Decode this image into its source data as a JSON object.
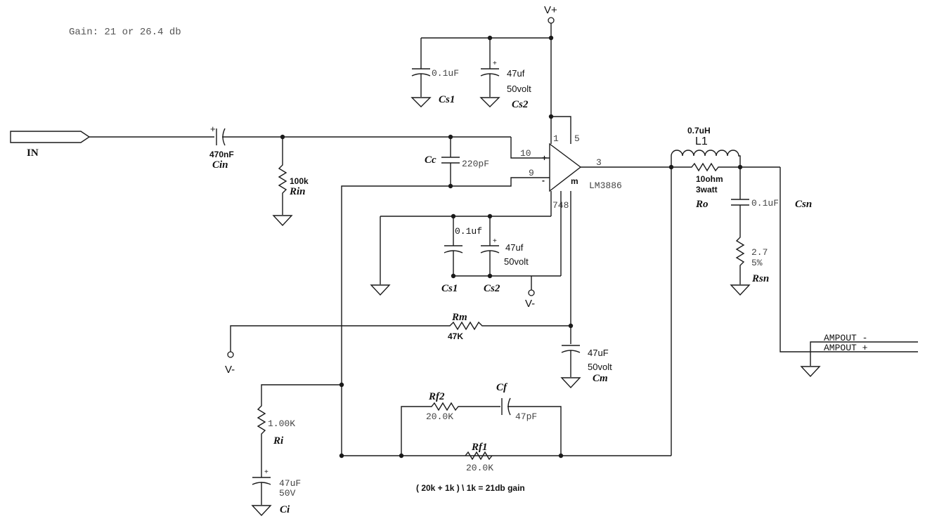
{
  "title": "Gain: 21 or 26.4 db",
  "formula": "( 20k + 1k ) \\ 1k = 21db gain",
  "ic": {
    "name": "LM3886",
    "pin_1": "1",
    "pin_5": "5",
    "pin_10": "10",
    "pin_9": "9",
    "pin_3": "3",
    "pin_748": "748",
    "plus": "+",
    "minus": "-",
    "m": "m"
  },
  "rails": {
    "vplus": "V+",
    "vminus_1": "V-",
    "vminus_2": "V-"
  },
  "connectors": {
    "input": "IN",
    "out_minus": "AMPOUT -",
    "out_plus": "AMPOUT +"
  },
  "components": {
    "cin": {
      "value": "470nF",
      "ref": "Cin"
    },
    "rin": {
      "value": "100k",
      "ref": "Rin"
    },
    "cc": {
      "value": "220pF",
      "ref": "Cc"
    },
    "cs1_top": {
      "value": "0.1uF",
      "ref": "Cs1"
    },
    "cs2_top": {
      "value_1": "47uf",
      "value_2": "50volt",
      "ref": "Cs2"
    },
    "cs1_bot": {
      "value": "0.1uf",
      "ref": "Cs1"
    },
    "cs2_bot": {
      "value_1": "47uf",
      "value_2": "50volt",
      "ref": "Cs2"
    },
    "l1": {
      "value": "0.7uH",
      "ref": "L1"
    },
    "ro": {
      "value_1": "10ohm",
      "value_2": "3watt",
      "ref": "Ro"
    },
    "csn": {
      "value": "0.1uF",
      "ref": "Csn"
    },
    "rsn": {
      "value_1": "2.7",
      "value_2": "5%",
      "ref": "Rsn"
    },
    "rm": {
      "value": "47K",
      "ref": "Rm"
    },
    "cm": {
      "value_1": "47uF",
      "value_2": "50volt",
      "ref": "Cm"
    },
    "ri": {
      "value": "1.00K",
      "ref": "Ri"
    },
    "ci": {
      "value_1": "47uF",
      "value_2": "50V",
      "ref": "Ci"
    },
    "rf1": {
      "value": "20.0K",
      "ref": "Rf1"
    },
    "rf2": {
      "value": "20.0K",
      "ref": "Rf2"
    },
    "cf": {
      "value": "47pF",
      "ref": "Cf"
    }
  }
}
